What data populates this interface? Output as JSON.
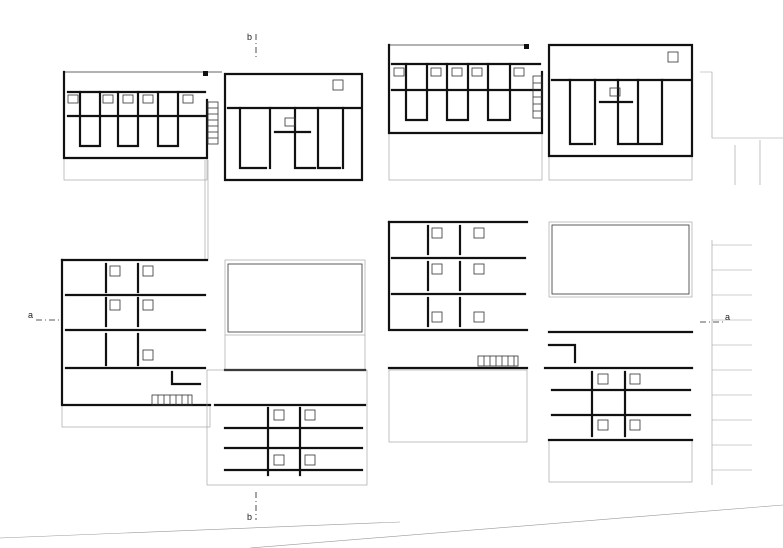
{
  "section_markers": {
    "a_left": "a",
    "a_right": "a",
    "b_top": "b",
    "b_bottom": "b"
  },
  "colors": {
    "wall": "#111111",
    "line": "#333333",
    "context": "#9a9a9a",
    "background": "#ffffff"
  }
}
